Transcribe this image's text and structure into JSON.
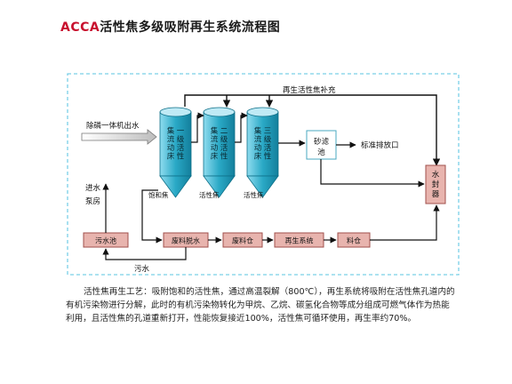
{
  "title": {
    "accent": "ACCA",
    "rest": "活性焦多级吸附再生系统流程图"
  },
  "diagram": {
    "colors": {
      "frame": "#7ad0e8",
      "box_fill": "#e8b4ae",
      "box_border": "#a0504c",
      "line": "#111111",
      "tower": "#2aa9c6"
    },
    "top_label": "再生活性焦补充",
    "inlet_label": "除磷一体机出水",
    "towers": [
      {
        "text": "集流动床一级活性"
      },
      {
        "text": "集流动床二级活性"
      },
      {
        "text": "集流动床三级活性"
      }
    ],
    "tower_bottom_labels": [
      "饱和焦",
      "活性焦",
      "活性焦"
    ],
    "sand_filter": "砂滤池",
    "outlet_label": "标准排放口",
    "water_tank": "水封器",
    "pump_label": "进水泵房",
    "waste_water": "污水",
    "bottom_boxes": [
      "污水池",
      "废料脱水",
      "废料仓",
      "再生系统",
      "料仓"
    ]
  },
  "description": "活性焦再生工艺：吸附饱和的活性焦，通过高温裂解（800℃），再生系统将吸附在活性焦孔道内的有机污染物进行分解，此时的有机污染物转化为甲烷、乙烷、碳氢化合物等成分组成可燃气体作为热能利用，且活性焦的孔道重新打开，性能恢复接近100%，活性焦可循环使用，再生率约70%。"
}
